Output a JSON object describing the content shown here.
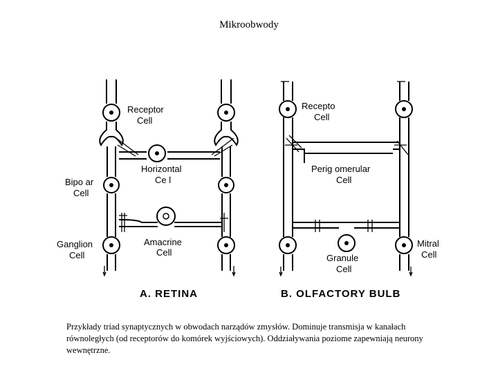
{
  "title": "Mikroobwody",
  "retina": {
    "heading": "A. RETINA",
    "labels": {
      "receptor_1": "Receptor",
      "receptor_2": "Cell",
      "horizontal_1": "Horizontal",
      "horizontal_2": "Ce l",
      "bipolar_1": "Bipo ar",
      "bipolar_2": "Cell",
      "amacrine_1": "Amacrine",
      "amacrine_2": "Cell",
      "ganglion_1": "Ganglion",
      "ganglion_2": "Cell"
    }
  },
  "olfactory": {
    "heading": "B. OLFACTORY BULB",
    "labels": {
      "receptor_1": "Recepto",
      "receptor_2": "Cell",
      "periglomerular_1": "Perig omerular",
      "periglomerular_2": "Cell",
      "granule_1": "Granule",
      "granule_2": "Cell",
      "mitral_1": "Mitral",
      "mitral_2": "Cell"
    }
  },
  "caption": "Przykłady triad synaptycznych w obwodach narządów zmysłów. Dominuje transmisja w kanałach równoległych (od receptorów do komórek wyjściowych). Oddziaływania poziome zapewniają neurony wewnętrzne."
}
